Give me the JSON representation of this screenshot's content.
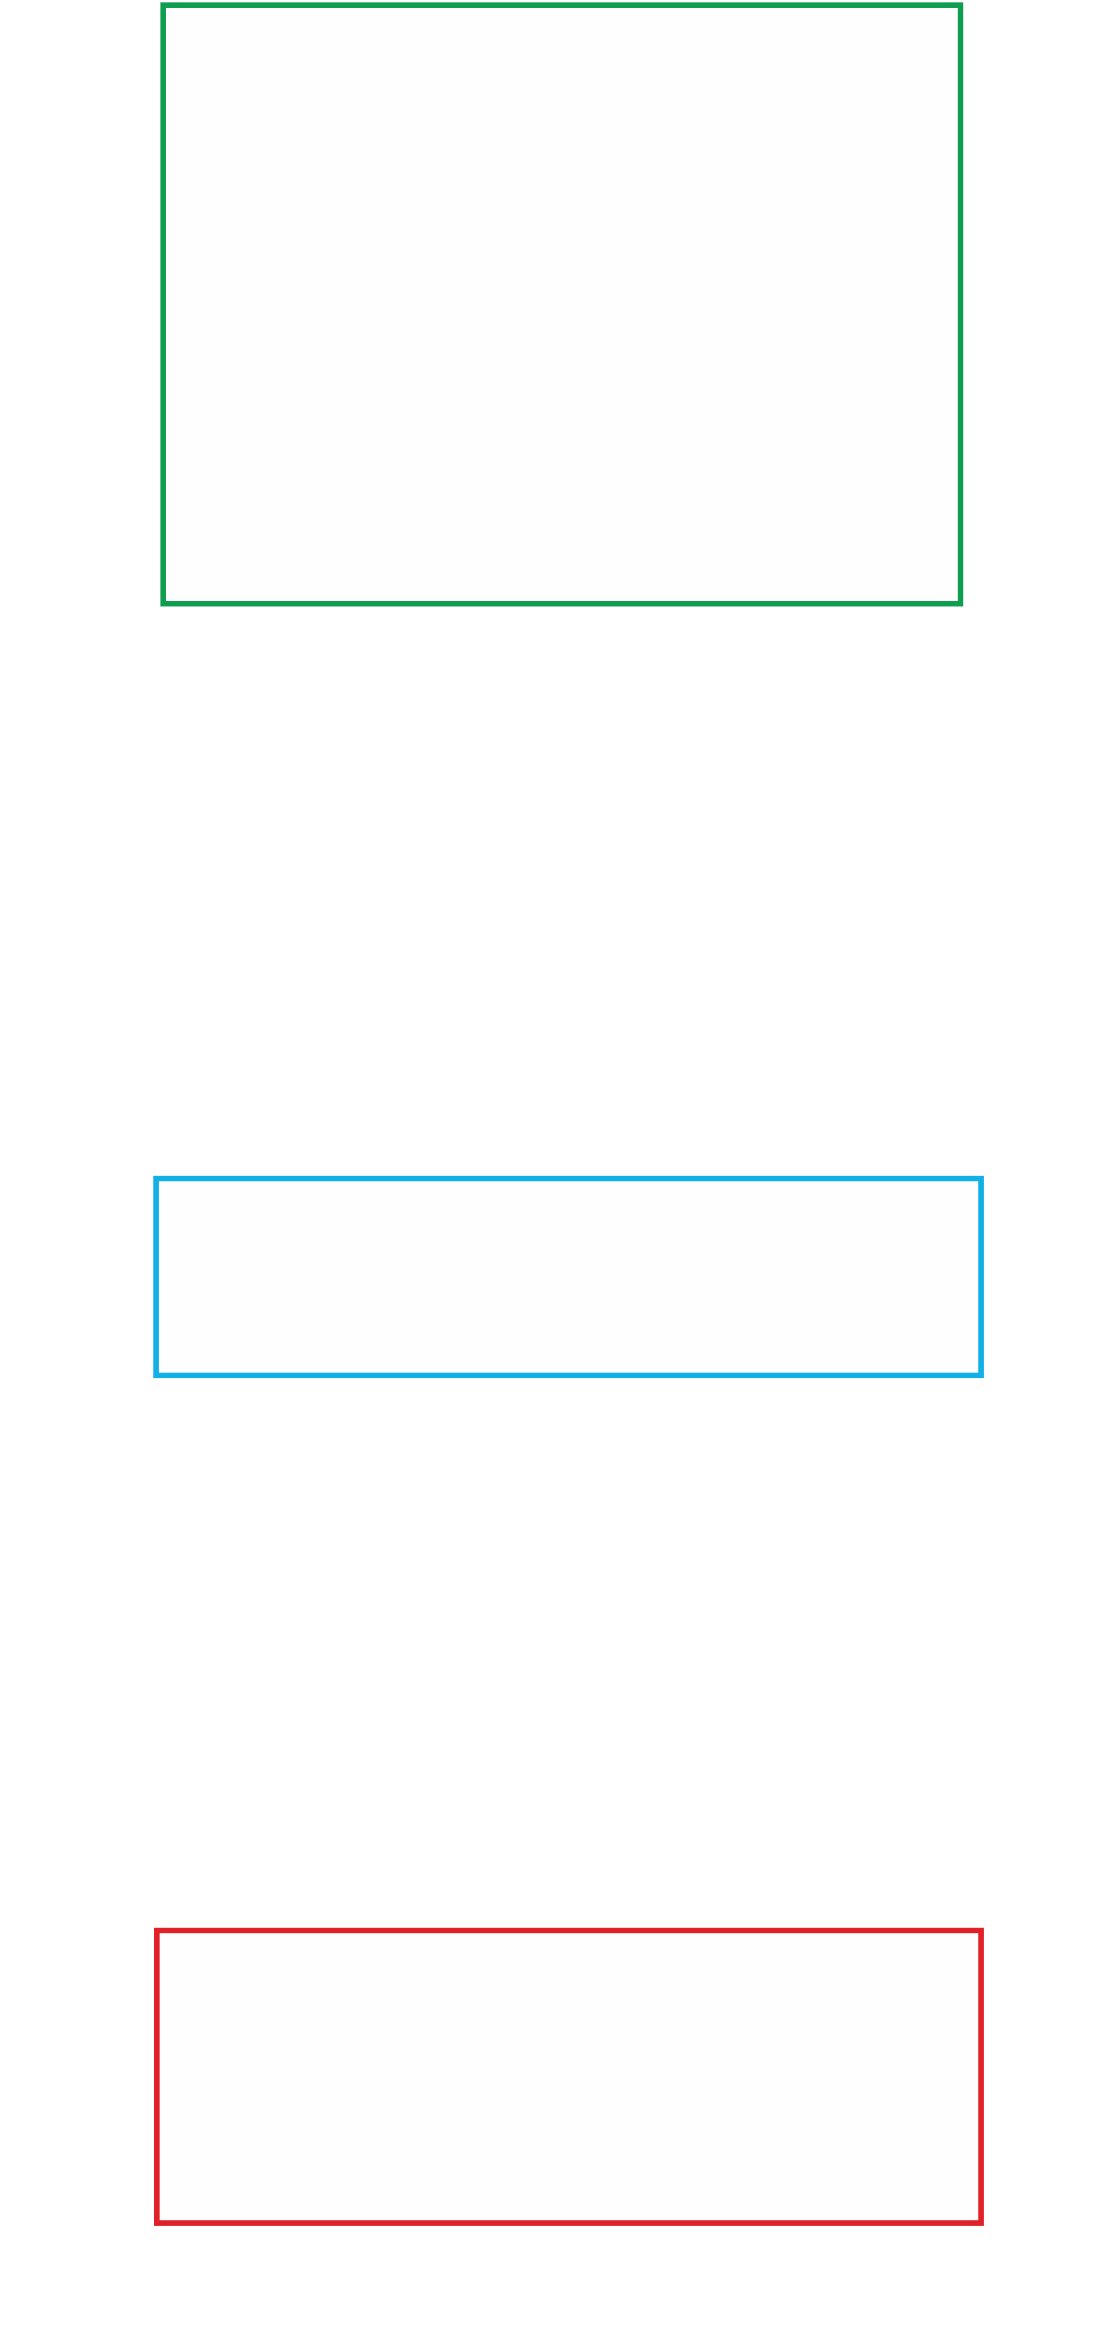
{
  "boxes": [
    {
      "id": "box-top",
      "name": "green-outline-box",
      "color": "#0f9d4f"
    },
    {
      "id": "box-middle",
      "name": "blue-outline-box",
      "color": "#12b0e5"
    },
    {
      "id": "box-bottom",
      "name": "red-outline-box",
      "color": "#e02128"
    }
  ]
}
